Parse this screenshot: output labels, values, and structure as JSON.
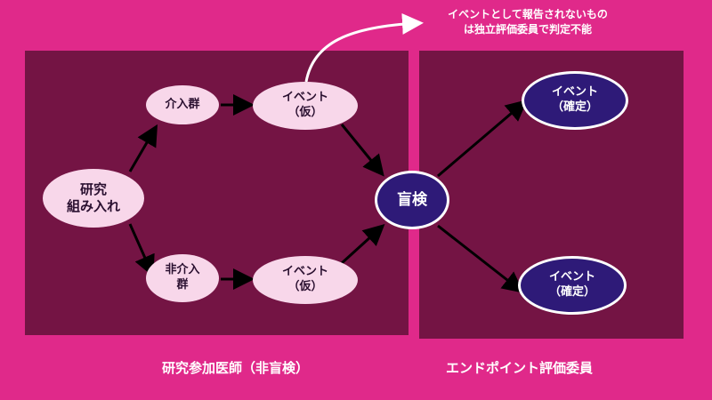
{
  "annotation": {
    "line1": "イベントとして報告されないもの",
    "line2": "は独立評価委員で判定不能"
  },
  "nodes": {
    "entry": {
      "label": "研究\n組み入れ"
    },
    "intervention": {
      "label": "介入群"
    },
    "non_intervention": {
      "label": "非介入\n群"
    },
    "event_provisional_1": {
      "label": "イベント\n（仮）"
    },
    "event_provisional_2": {
      "label": "イベント\n（仮）"
    },
    "blind_review": {
      "label": "盲検"
    },
    "event_confirmed_1": {
      "label": "イベント\n（確定）"
    },
    "event_confirmed_2": {
      "label": "イベント\n（確定）"
    }
  },
  "panels": {
    "left_label": "研究参加医師（非盲検）",
    "right_label": "エンドポイント評価委員"
  },
  "colors": {
    "background": "#e0298a",
    "panel": "#741444",
    "node_light": "#f8d7ea",
    "node_dark": "#2e1a78"
  }
}
